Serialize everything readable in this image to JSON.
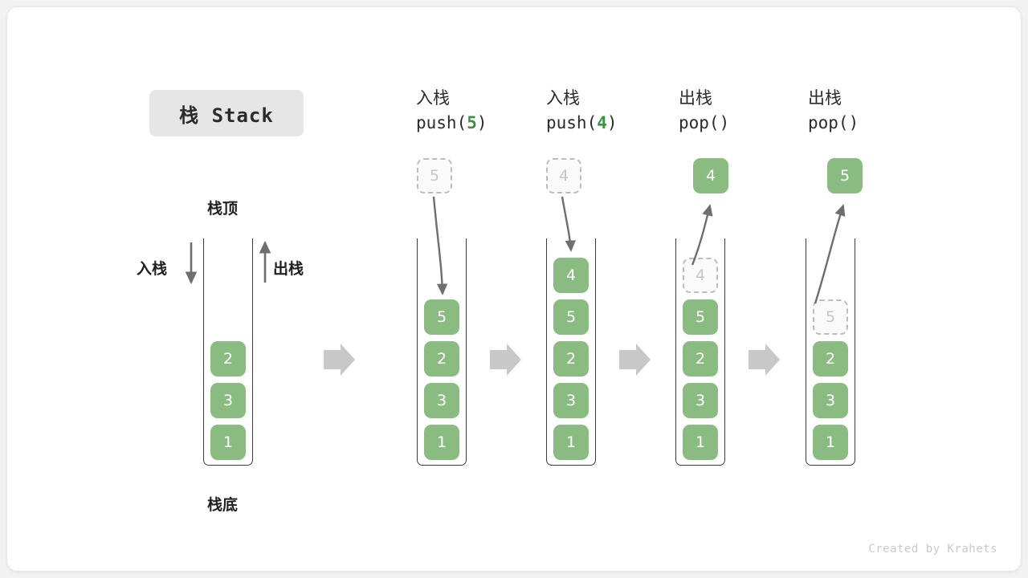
{
  "figure": {
    "title_badge": "栈 Stack",
    "credit": "Created by Krahets",
    "accent_green": "#8abc82",
    "value_green": "#3f9142",
    "ghost_gray": "#c6c6c6",
    "arrow_gray": "#6e6e6e",
    "block_arrow_gray": "#c8c8c8"
  },
  "annotations": {
    "top_label": "栈顶",
    "bottom_label": "栈底",
    "push_side_label": "入栈",
    "pop_side_label": "出栈"
  },
  "steps": [
    {
      "id": "initial",
      "caption_cn": "",
      "caption_code_prefix": "",
      "caption_code_value": "",
      "caption_code_suffix": "",
      "stack": [
        "2",
        "3",
        "1"
      ],
      "floating": null
    },
    {
      "id": "push-5",
      "caption_cn": "入栈",
      "caption_code_prefix": "push(",
      "caption_code_value": "5",
      "caption_code_suffix": ")",
      "stack": [
        "5",
        "2",
        "3",
        "1"
      ],
      "floating": {
        "value": "5",
        "style": "ghost",
        "position": "above"
      }
    },
    {
      "id": "push-4",
      "caption_cn": "入栈",
      "caption_code_prefix": "push(",
      "caption_code_value": "4",
      "caption_code_suffix": ")",
      "stack": [
        "4",
        "5",
        "2",
        "3",
        "1"
      ],
      "floating": {
        "value": "4",
        "style": "ghost",
        "position": "above"
      }
    },
    {
      "id": "pop-4",
      "caption_cn": "出栈",
      "caption_code_prefix": "pop(",
      "caption_code_value": "",
      "caption_code_suffix": ")",
      "stack": [
        "4",
        "5",
        "2",
        "3",
        "1"
      ],
      "stack_ghost_index": 0,
      "floating": {
        "value": "4",
        "style": "solid",
        "position": "above"
      }
    },
    {
      "id": "pop-5",
      "caption_cn": "出栈",
      "caption_code_prefix": "pop(",
      "caption_code_value": "",
      "caption_code_suffix": ")",
      "stack": [
        "5",
        "2",
        "3",
        "1"
      ],
      "stack_ghost_index": 0,
      "floating": {
        "value": "5",
        "style": "solid",
        "position": "above"
      }
    }
  ]
}
